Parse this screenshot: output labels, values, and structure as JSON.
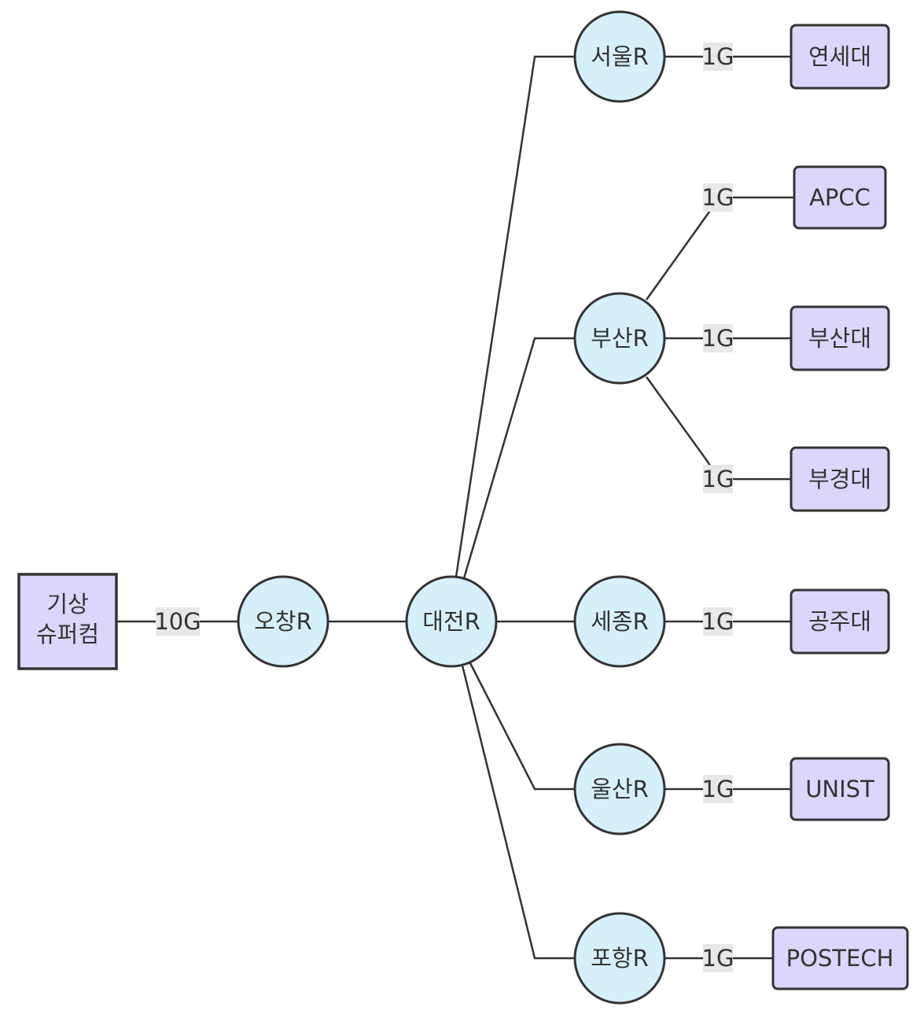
{
  "nodes": {
    "supercom": {
      "line1": "기상",
      "line2": "슈퍼컴"
    },
    "ochang": "오창R",
    "daejeon": "대전R",
    "seoul": "서울R",
    "busan": "부산R",
    "sejong": "세종R",
    "ulsan": "울산R",
    "pohang": "포항R",
    "yonsei": "연세대",
    "apcc": "APCC",
    "pnu": "부산대",
    "pknu": "부경대",
    "kongju": "공주대",
    "unist": "UNIST",
    "postech": "POSTECH"
  },
  "edges": {
    "supercom_ochang": "10G",
    "seoul_yonsei": "1G",
    "busan_apcc": "1G",
    "busan_pnu": "1G",
    "busan_pknu": "1G",
    "sejong_kongju": "1G",
    "ulsan_unist": "1G",
    "pohang_postech": "1G"
  },
  "colors": {
    "router_fill": "#d6f0fb",
    "box_fill": "#dcd6fb",
    "stroke": "#333333",
    "label_bg": "#e8e8e8"
  }
}
